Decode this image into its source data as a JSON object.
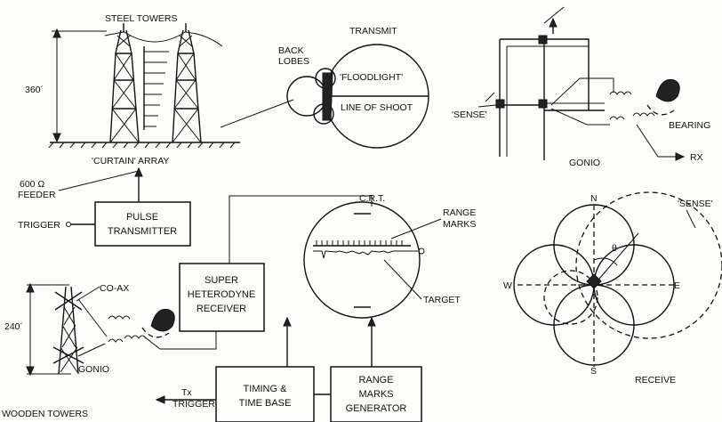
{
  "labels": {
    "steel_towers": "STEEL TOWERS",
    "height_360": "360´",
    "curtain_array": "'CURTAIN' ARRAY",
    "feeder_1": "600 Ω",
    "feeder_2": "FEEDER",
    "trigger": "TRIGGER",
    "transmit": "TRANSMIT",
    "back_lobes_1": "BACK",
    "back_lobes_2": "LOBES",
    "floodlight": "'FLOODLIGHT'",
    "line_of_shoot": "LINE OF SHOOT",
    "crt": "C.R.T.",
    "range_marks_1": "RANGE",
    "range_marks_2": "MARKS",
    "target": "TARGET",
    "coax": "CO-AX",
    "height_240": "240´",
    "gonio_left": "GONIO",
    "wooden_towers": "WOODEN  TOWERS",
    "tx_trigger_1": "Tx",
    "tx_trigger_2": "TRIGGER",
    "sense_top": "'SENSE'",
    "bearing": "BEARING",
    "gonio_right": "GONIO",
    "rx": "RX",
    "north": "N",
    "south": "S",
    "west": "W",
    "east": "E",
    "theta": "θ",
    "sense_polar": "'SENSE'",
    "receive": "RECEIVE"
  },
  "boxes": {
    "pulse_transmitter_1": "PULSE",
    "pulse_transmitter_2": "TRANSMITTER",
    "receiver_1": "SUPER",
    "receiver_2": "HETERODYNE",
    "receiver_3": "RECEIVER",
    "timing_1": "TIMING &",
    "timing_2": "TIME BASE",
    "range_gen_1": "RANGE",
    "range_gen_2": "MARKS",
    "range_gen_3": "GENERATOR"
  }
}
